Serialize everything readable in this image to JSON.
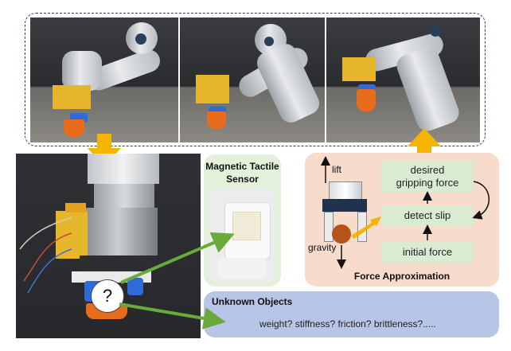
{
  "sensor_panel": {
    "title_line1": "Magnetic Tactile",
    "title_line2": "Sensor"
  },
  "force_panel": {
    "title": "Force Approximation",
    "nodes": [
      "desired gripping force",
      "detect slip",
      "initial force"
    ],
    "desired_line1": "desired",
    "desired_line2": "gripping force",
    "lift_label": "lift",
    "gravity_label": "gravity"
  },
  "unknown_panel": {
    "title": "Unknown Objects",
    "properties": "weight? stiffness? friction? brittleness?....."
  },
  "question_mark": "?",
  "colors": {
    "dashed_border": "#2b3f60",
    "orange_arrow": "#f5b400",
    "green_arrow": "#6aaa3a",
    "sensor_bg": "#e3f1dc",
    "force_bg": "#f8dccb",
    "unknown_bg": "#b7c5e6",
    "node_bg": "#d9ecd2",
    "cup": "#e86c1c"
  },
  "icons": {
    "down_arrow": "orange-down-arrow-icon",
    "up_arrow": "orange-up-arrow-icon",
    "green_arrows": "green-pointer-arrow-icon"
  }
}
